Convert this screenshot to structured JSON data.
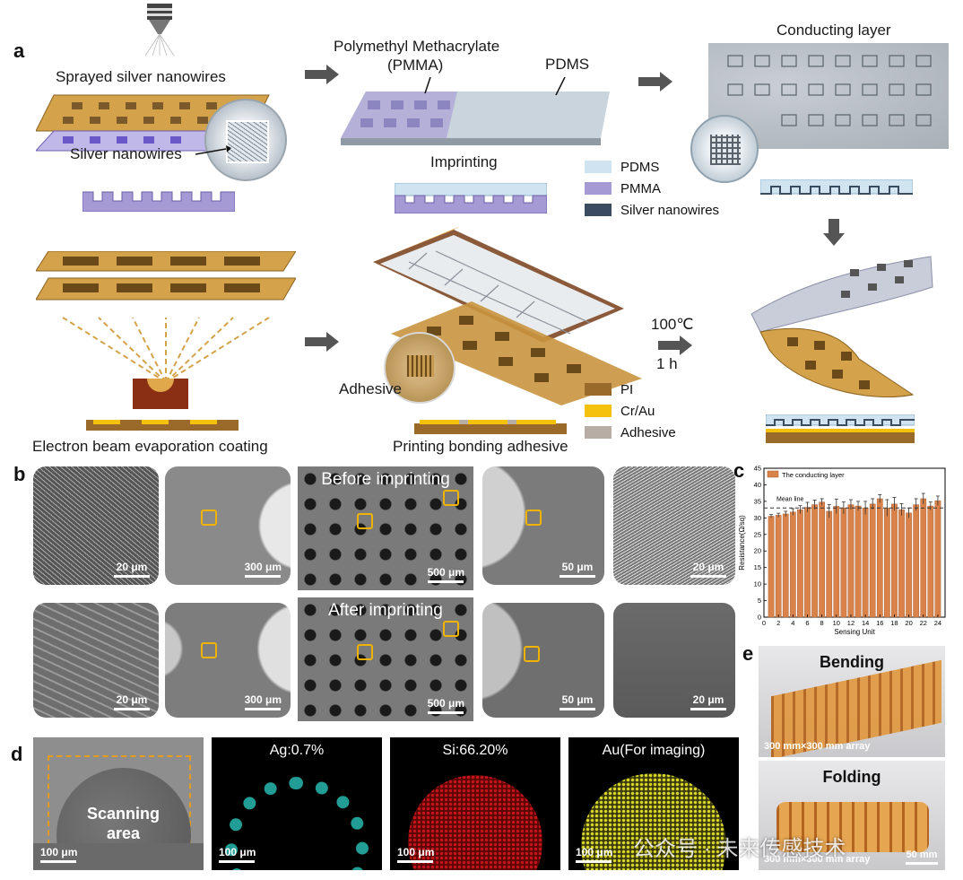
{
  "panels": {
    "a": "a",
    "b": "b",
    "c": "c",
    "d": "d",
    "e": "e"
  },
  "a": {
    "sprayed": "Sprayed silver nanowires",
    "silver_nanowires": "Silver nanowires",
    "pmma_line1": "Polymethyl Methacrylate",
    "pmma_line2": "(PMMA)",
    "pdms": "PDMS",
    "imprinting": "Imprinting",
    "conducting_layer": "Conducting layer",
    "legend1": [
      {
        "label": "PDMS",
        "color": "#cfe3f1"
      },
      {
        "label": "PMMA",
        "color": "#a69ad4"
      },
      {
        "label": "Silver nanowires",
        "color": "#3b4b60"
      }
    ],
    "ebeam": "Electron beam evaporation coating",
    "printing": "Printing bonding adhesive",
    "adhesive_callout": "Adhesive",
    "temp": "100℃",
    "time": "1 h",
    "legend2": [
      {
        "label": "PI",
        "color": "#9a6a2a"
      },
      {
        "label": "Cr/Au",
        "color": "#f4c20d"
      },
      {
        "label": "Adhesive",
        "color": "#b7ada5"
      }
    ]
  },
  "b": {
    "before": "Before imprinting",
    "after": "After imprinting",
    "top_scales": [
      "20 μm",
      "300 μm",
      "500 μm",
      "50 μm",
      "20 μm"
    ],
    "bottom_scales": [
      "20 μm",
      "300 μm",
      "500 μm",
      "50 μm",
      "20 μm"
    ]
  },
  "chart_data": {
    "type": "bar",
    "legend": "The conducting layer",
    "annotation": "Mean line",
    "xlabel": "Sensing Unit",
    "ylabel": "Resistance(Ω/sq)",
    "ylim": [
      0,
      45
    ],
    "xlim": [
      0,
      25
    ],
    "yticks": [
      0,
      5,
      10,
      15,
      20,
      25,
      30,
      35,
      40,
      45
    ],
    "xticks": [
      0,
      2,
      4,
      6,
      8,
      10,
      12,
      14,
      16,
      18,
      20,
      22,
      24
    ],
    "mean": 33,
    "categories": [
      1,
      2,
      3,
      4,
      5,
      6,
      7,
      8,
      9,
      10,
      11,
      12,
      13,
      14,
      15,
      16,
      17,
      18,
      19,
      20,
      21,
      22,
      23,
      24
    ],
    "values": [
      30.5,
      30.8,
      31.2,
      31.8,
      32.5,
      33.2,
      34.0,
      34.8,
      32.0,
      33.5,
      33.0,
      34.0,
      33.6,
      33.0,
      34.2,
      35.8,
      33.0,
      34.2,
      32.5,
      31.5,
      34.0,
      35.8,
      33.6,
      35.2
    ],
    "errors": [
      0.5,
      0.6,
      0.8,
      1.0,
      1.2,
      1.5,
      1.4,
      1.0,
      2.0,
      2.2,
      1.8,
      1.5,
      1.4,
      2.0,
      1.6,
      1.2,
      2.5,
      2.0,
      1.8,
      1.5,
      1.8,
      1.6,
      1.2,
      1.4
    ],
    "bar_color": "#d9824a",
    "mean_color": "#333333"
  },
  "d": {
    "scanning_line1": "Scanning",
    "scanning_line2": "area",
    "ag": "Ag:0.7%",
    "si": "Si:66.20%",
    "au": "Au(For imaging)",
    "scales": [
      "100 μm",
      "100 μm",
      "100 μm",
      "100 μm"
    ]
  },
  "e": {
    "bending": "Bending",
    "folding": "Folding",
    "array1": "300 mm×300 mm array",
    "array2": "300 mm×300 mm array",
    "scale": "50 mm"
  },
  "watermark": "公众号 · 未来传感技术"
}
